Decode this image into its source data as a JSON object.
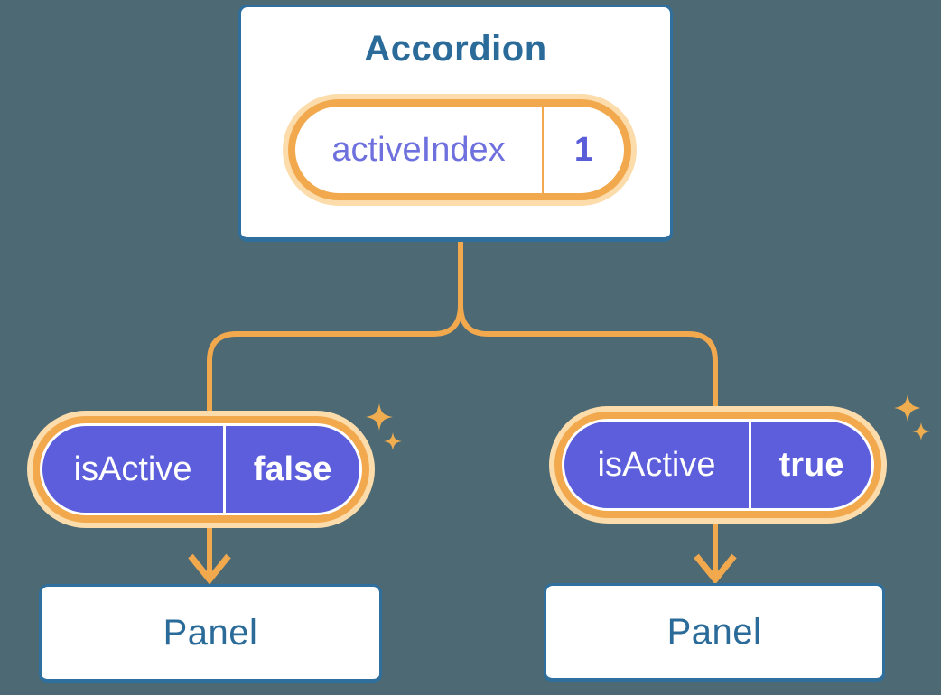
{
  "colors": {
    "background": "#4c6974",
    "node_border_blue": "#2e6f9e",
    "node_text_blue": "#2b6b99",
    "connector_orange": "#f2a94e",
    "pill_glow_cream": "#fcdcab",
    "pill_purple": "#5c5edb",
    "state_text_purple": "#6d70dd",
    "sparkle_orange": "#f0ad4f"
  },
  "decorations": {
    "sparkle_icon": "four-point-star",
    "arrow_icon": "down-chevron-arrowhead"
  },
  "diagram": {
    "root": {
      "title": "Accordion",
      "state_pill": {
        "label": "activeIndex",
        "value": "1"
      }
    },
    "branches": [
      {
        "prop_pill": {
          "label": "isActive",
          "value": "false"
        },
        "child": {
          "title": "Panel"
        }
      },
      {
        "prop_pill": {
          "label": "isActive",
          "value": "true"
        },
        "child": {
          "title": "Panel"
        }
      }
    ]
  }
}
